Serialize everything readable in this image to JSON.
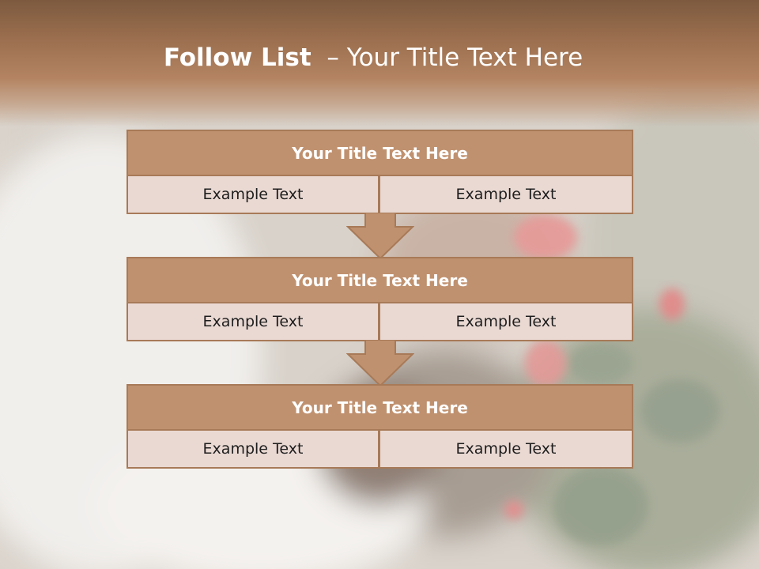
{
  "slide": {
    "title_bold": "Follow List",
    "title_rest": "– Your Title Text Here"
  },
  "steps": [
    {
      "title": "Your Title Text Here",
      "left": "Example Text",
      "right": "Example Text"
    },
    {
      "title": "Your Title Text Here",
      "left": "Example Text",
      "right": "Example Text"
    },
    {
      "title": "Your Title Text Here",
      "left": "Example Text",
      "right": "Example Text"
    }
  ],
  "colors": {
    "header": "#9a6e4e",
    "title_fill": "#c0916f",
    "cell_fill": "#ead9d3",
    "border": "#a87a58"
  }
}
